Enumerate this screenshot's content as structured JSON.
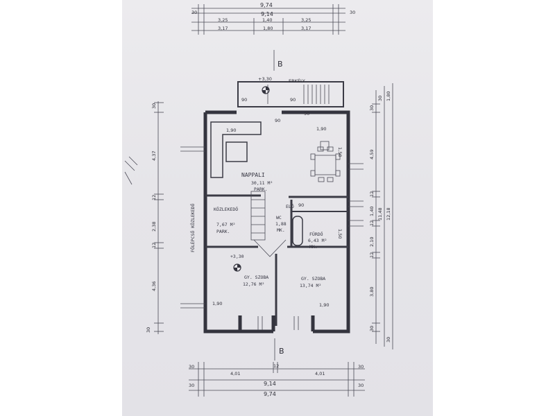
{
  "section_marker": {
    "top": "B",
    "bottom": "B"
  },
  "top_dims": {
    "overall": "9,74",
    "inner": "9,14",
    "row3": [
      "3,25",
      "1,40",
      "3,25"
    ],
    "row4": [
      "3,17",
      "1,80",
      "3,17"
    ],
    "side": [
      "30",
      "30"
    ]
  },
  "bottom_dims": {
    "row1": [
      "30",
      "4,01",
      "12",
      "4,01",
      "30"
    ],
    "inner": "9,14",
    "overall": "9,74",
    "side": [
      "30",
      "30"
    ]
  },
  "left_dims": [
    "30",
    "4,37",
    "12",
    "2,38",
    "12",
    "4,36",
    "30"
  ],
  "right_dims_inner": [
    "30",
    "4,59",
    "12",
    "1,40",
    "12",
    "2,10",
    "12",
    "3,80",
    "30"
  ],
  "right_dims_outer": [
    "1,80",
    "30",
    "11,48",
    "12,18",
    "30"
  ],
  "balcony_level": "+3,30",
  "balcony_label": "ERKÉLY",
  "stair_note": "ELŐ",
  "rooms": {
    "living": {
      "name": "NAPPALI",
      "area": "30,11 M²",
      "floor": "PARK."
    },
    "hall": {
      "name": "KÖZLEKEDŐ",
      "area": "7,67 M²",
      "floor": "PARK."
    },
    "wc": {
      "name": "WC",
      "area": "1,88",
      "floor": "MK."
    },
    "bath": {
      "name": "FÜRDŐ",
      "area": "6,43 M²",
      "floor": "MK."
    },
    "room1": {
      "name": "GY. SZOBA",
      "area": "12,76 M²",
      "level": "+3,30"
    },
    "room2": {
      "name": "GY. SZOBA",
      "area": "13,74 M²"
    }
  },
  "corridor_note": "FŐLÉPCSŐ KÖZLEKEDŐ",
  "window_labels": [
    "1,90",
    "1,90",
    "1,90",
    "1,90",
    "1,50",
    "1,50"
  ],
  "door_labels": [
    "90",
    "90",
    "90",
    "90",
    "90"
  ],
  "colors": {
    "paper": "#e7e6ea",
    "ink": "#34343e",
    "background": "#ffffff"
  }
}
